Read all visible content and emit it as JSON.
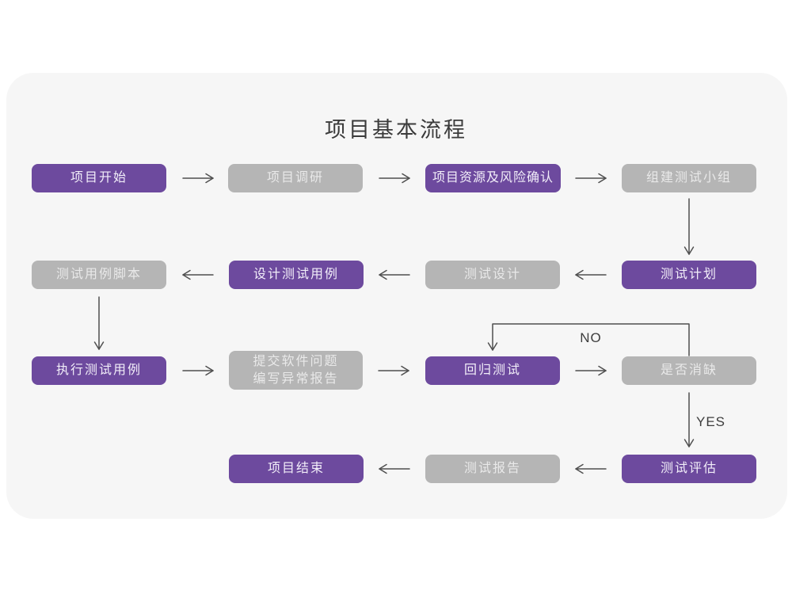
{
  "title": "项目基本流程",
  "colors": {
    "purple": "#6d4a9e",
    "gray": "#b5b5b5",
    "card": "#f6f6f6",
    "arrow": "#4f4f4f",
    "title_ink": "#3b3b3b"
  },
  "labels": {
    "no": "NO",
    "yes": "YES"
  },
  "nodes": [
    {
      "id": "project-start",
      "label": "项目开始",
      "variant": "purple"
    },
    {
      "id": "project-research",
      "label": "项目调研",
      "variant": "gray"
    },
    {
      "id": "resource-risk-confirm",
      "label": "项目资源及风险确认",
      "variant": "purple"
    },
    {
      "id": "build-test-team",
      "label": "组建测试小组",
      "variant": "gray"
    },
    {
      "id": "test-case-script",
      "label": "测试用例脚本",
      "variant": "gray"
    },
    {
      "id": "design-test-case",
      "label": "设计测试用例",
      "variant": "purple"
    },
    {
      "id": "test-design",
      "label": "测试设计",
      "variant": "gray"
    },
    {
      "id": "test-plan",
      "label": "测试计划",
      "variant": "purple"
    },
    {
      "id": "execute-test-case",
      "label": "执行测试用例",
      "variant": "purple"
    },
    {
      "id": "submit-issue-report",
      "label": "提交软件问题",
      "label2": "编写异常报告",
      "variant": "gray"
    },
    {
      "id": "regression-test",
      "label": "回归测试",
      "variant": "purple"
    },
    {
      "id": "defect-resolved",
      "label": "是否消缺",
      "variant": "gray"
    },
    {
      "id": "project-end",
      "label": "项目结束",
      "variant": "purple"
    },
    {
      "id": "test-report",
      "label": "测试报告",
      "variant": "gray"
    },
    {
      "id": "test-evaluation",
      "label": "测试评估",
      "variant": "purple"
    }
  ],
  "edges": [
    {
      "from": "项目开始",
      "to": "项目调研"
    },
    {
      "from": "项目调研",
      "to": "项目资源及风险确认"
    },
    {
      "from": "项目资源及风险确认",
      "to": "组建测试小组"
    },
    {
      "from": "组建测试小组",
      "to": "测试计划"
    },
    {
      "from": "测试计划",
      "to": "测试设计"
    },
    {
      "from": "测试设计",
      "to": "设计测试用例"
    },
    {
      "from": "设计测试用例",
      "to": "测试用例脚本"
    },
    {
      "from": "测试用例脚本",
      "to": "执行测试用例"
    },
    {
      "from": "执行测试用例",
      "to": "提交软件问题 编写异常报告"
    },
    {
      "from": "提交软件问题 编写异常报告",
      "to": "回归测试"
    },
    {
      "from": "回归测试",
      "to": "是否消缺"
    },
    {
      "from": "是否消缺",
      "to": "回归测试",
      "label": "NO"
    },
    {
      "from": "是否消缺",
      "to": "测试评估",
      "label": "YES"
    },
    {
      "from": "测试评估",
      "to": "测试报告"
    },
    {
      "from": "测试报告",
      "to": "项目结束"
    }
  ]
}
